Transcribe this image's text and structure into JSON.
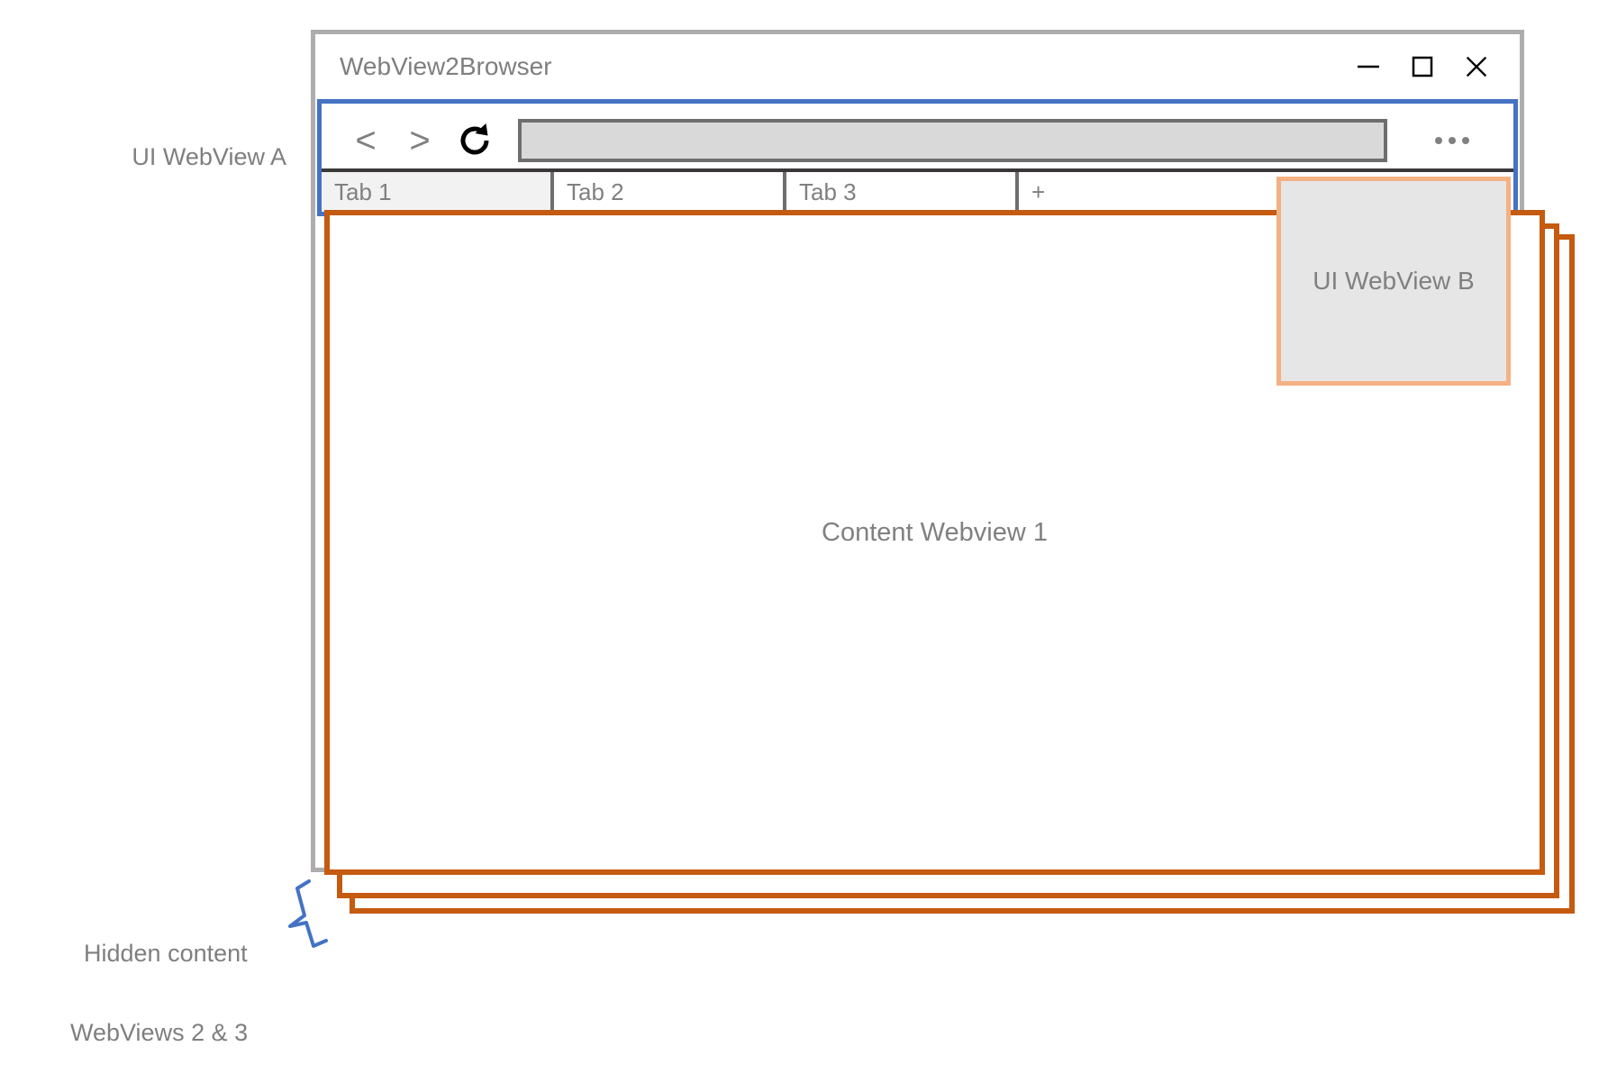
{
  "annotations": {
    "ui_webview_a_label": "UI WebView A",
    "ui_webview_b_label": "UI WebView B",
    "hidden_content_line1": "Hidden content",
    "hidden_content_line2": "WebViews 2 & 3",
    "content_webview_1_label": "Content Webview 1",
    "brace_icon": "curly-brace-marker"
  },
  "window": {
    "title": "WebView2Browser",
    "controls": [
      {
        "name": "minimize",
        "glyph": "—"
      },
      {
        "name": "maximize",
        "glyph": "□"
      },
      {
        "name": "close",
        "glyph": "✕"
      }
    ]
  },
  "toolbar": {
    "back_label": "<",
    "forward_label": ">",
    "reload_icon": "reload-icon",
    "address_value": "",
    "address_placeholder": "",
    "more_label": "•••"
  },
  "tabs": [
    {
      "label": "Tab 1",
      "active": true
    },
    {
      "label": "Tab 2",
      "active": false
    },
    {
      "label": "Tab 3",
      "active": false
    },
    {
      "label": "+",
      "active": false
    }
  ],
  "colors": {
    "ui_webview_a_border": "#4472C4",
    "ui_webview_b_border": "#F4B183",
    "ui_webview_b_fill": "#E7E6E6",
    "content_webview_border": "#C55A11",
    "window_frame": "#AFACAC",
    "text_gray": "#7F7F7F",
    "address_fill": "#D9D9D9",
    "address_border": "#6E6E6E",
    "tab_active_fill": "#F2F2F2",
    "brace_blue": "#4472C4"
  }
}
